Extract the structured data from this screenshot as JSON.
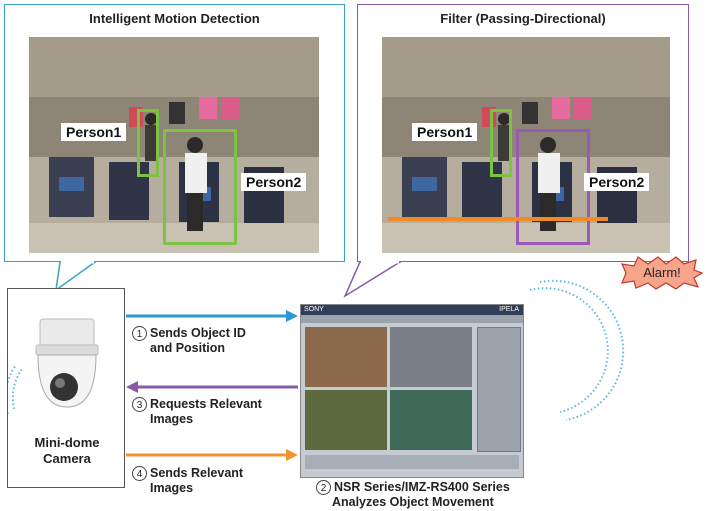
{
  "panels": {
    "left_title": "Intelligent Motion Detection",
    "right_title": "Filter (Passing-Directional)",
    "left_person1": "Person1",
    "left_person2": "Person2",
    "right_person1": "Person1",
    "right_person2": "Person2"
  },
  "alarm": "Alarm!",
  "camera": {
    "label_line1": "Mini-dome",
    "label_line2": "Camera"
  },
  "steps": [
    {
      "num": "1",
      "line1": "Sends Object ID",
      "line2": "and Position"
    },
    {
      "num": "3",
      "line1": "Requests Relevant",
      "line2": "Images"
    },
    {
      "num": "4",
      "line1": "Sends Relevant",
      "line2": "Images"
    },
    {
      "num": "2",
      "line1": "NSR Series/IMZ-RS400 Series",
      "line2": "Analyzes Object Movement"
    }
  ],
  "screen": {
    "brand_left": "SONY",
    "brand_right": "IPELA"
  },
  "colors": {
    "left_border": "#3ba2c8",
    "right_border": "#8a5aa8",
    "green_box": "#7dc243",
    "purple_box": "#9b59b6",
    "orange_line": "#f08a24",
    "blue_arrow": "#2a9ad6",
    "purple_arrow": "#8a5aa8",
    "orange_arrow": "#f0922e",
    "alarm_fill": "#f6a48a"
  }
}
